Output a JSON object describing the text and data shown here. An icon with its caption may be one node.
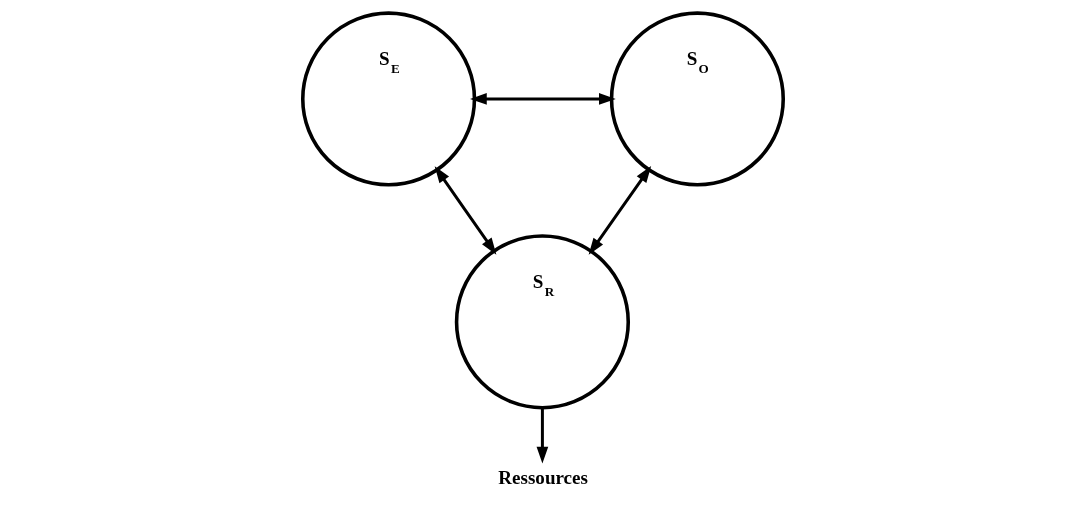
{
  "diagram": {
    "nodes": [
      {
        "text": [
          "S$_{E}$"
        ]
      },
      {
        "text": [
          "S$_{O}$"
        ]
      },
      {
        "text": [
          "S$_{R}$"
        ]
      },
      {
        "text": [
          "Ressources"
        ]
      }
    ],
    "edges": [
      {
        "from": 0,
        "to": 1,
        "arrow": "both"
      },
      {
        "from": 0,
        "to": 2,
        "arrow": "both"
      },
      {
        "from": 1,
        "to": 2,
        "arrow": "both"
      },
      {
        "from": 2,
        "to": 3,
        "arrow": "to"
      }
    ]
  }
}
